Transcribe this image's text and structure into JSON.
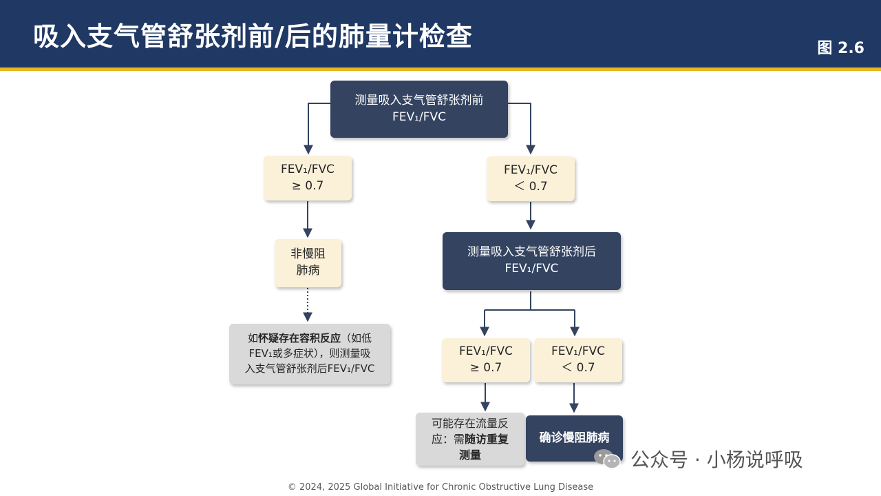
{
  "header": {
    "title": "吸入支气管舒张剂前/后的肺量计检查",
    "figure_label": "图 2.6"
  },
  "nodes": {
    "pre_bd": {
      "line1": "测量吸入支气管舒张剂前",
      "line2": "FEV₁/FVC"
    },
    "pre_ge": {
      "line1": "FEV₁/FVC",
      "line2": "≥ 0.7"
    },
    "pre_lt": {
      "line1": "FEV₁/FVC",
      "line2": "＜ 0.7"
    },
    "non_copd": {
      "line1": "非慢阻",
      "line2": "肺病"
    },
    "suspect": {
      "prefix": "如",
      "bold": "怀疑存在容积反应",
      "rest1": "（如低",
      "line2": "FEV₁或多症状），则测量吸",
      "line3": "入支气管舒张剂后FEV₁/FVC"
    },
    "post_bd": {
      "line1": "测量吸入支气管舒张剂后",
      "line2": "FEV₁/FVC"
    },
    "post_ge": {
      "line1": "FEV₁/FVC",
      "line2": "≥ 0.7"
    },
    "post_lt": {
      "line1": "FEV₁/FVC",
      "line2": "＜ 0.7"
    },
    "flow_response": {
      "line1": "可能存在流量反",
      "line2_plain": "应：需",
      "line2_bold": "随访重复",
      "line3_bold": "测量"
    },
    "confirm": {
      "text": "确诊慢阻肺病"
    }
  },
  "watermark": {
    "text": "公众号 · 小杨说呼吸",
    "icon": "wechat-icon"
  },
  "footer": {
    "text": "© 2024, 2025 Global Initiative for Chronic Obstructive Lung Disease"
  },
  "colors": {
    "header": "#1f3864",
    "accent": "#e9b724",
    "dark_box": "#334360",
    "cream_box": "#fbf1d9",
    "grey_box": "#d9d9d9"
  }
}
